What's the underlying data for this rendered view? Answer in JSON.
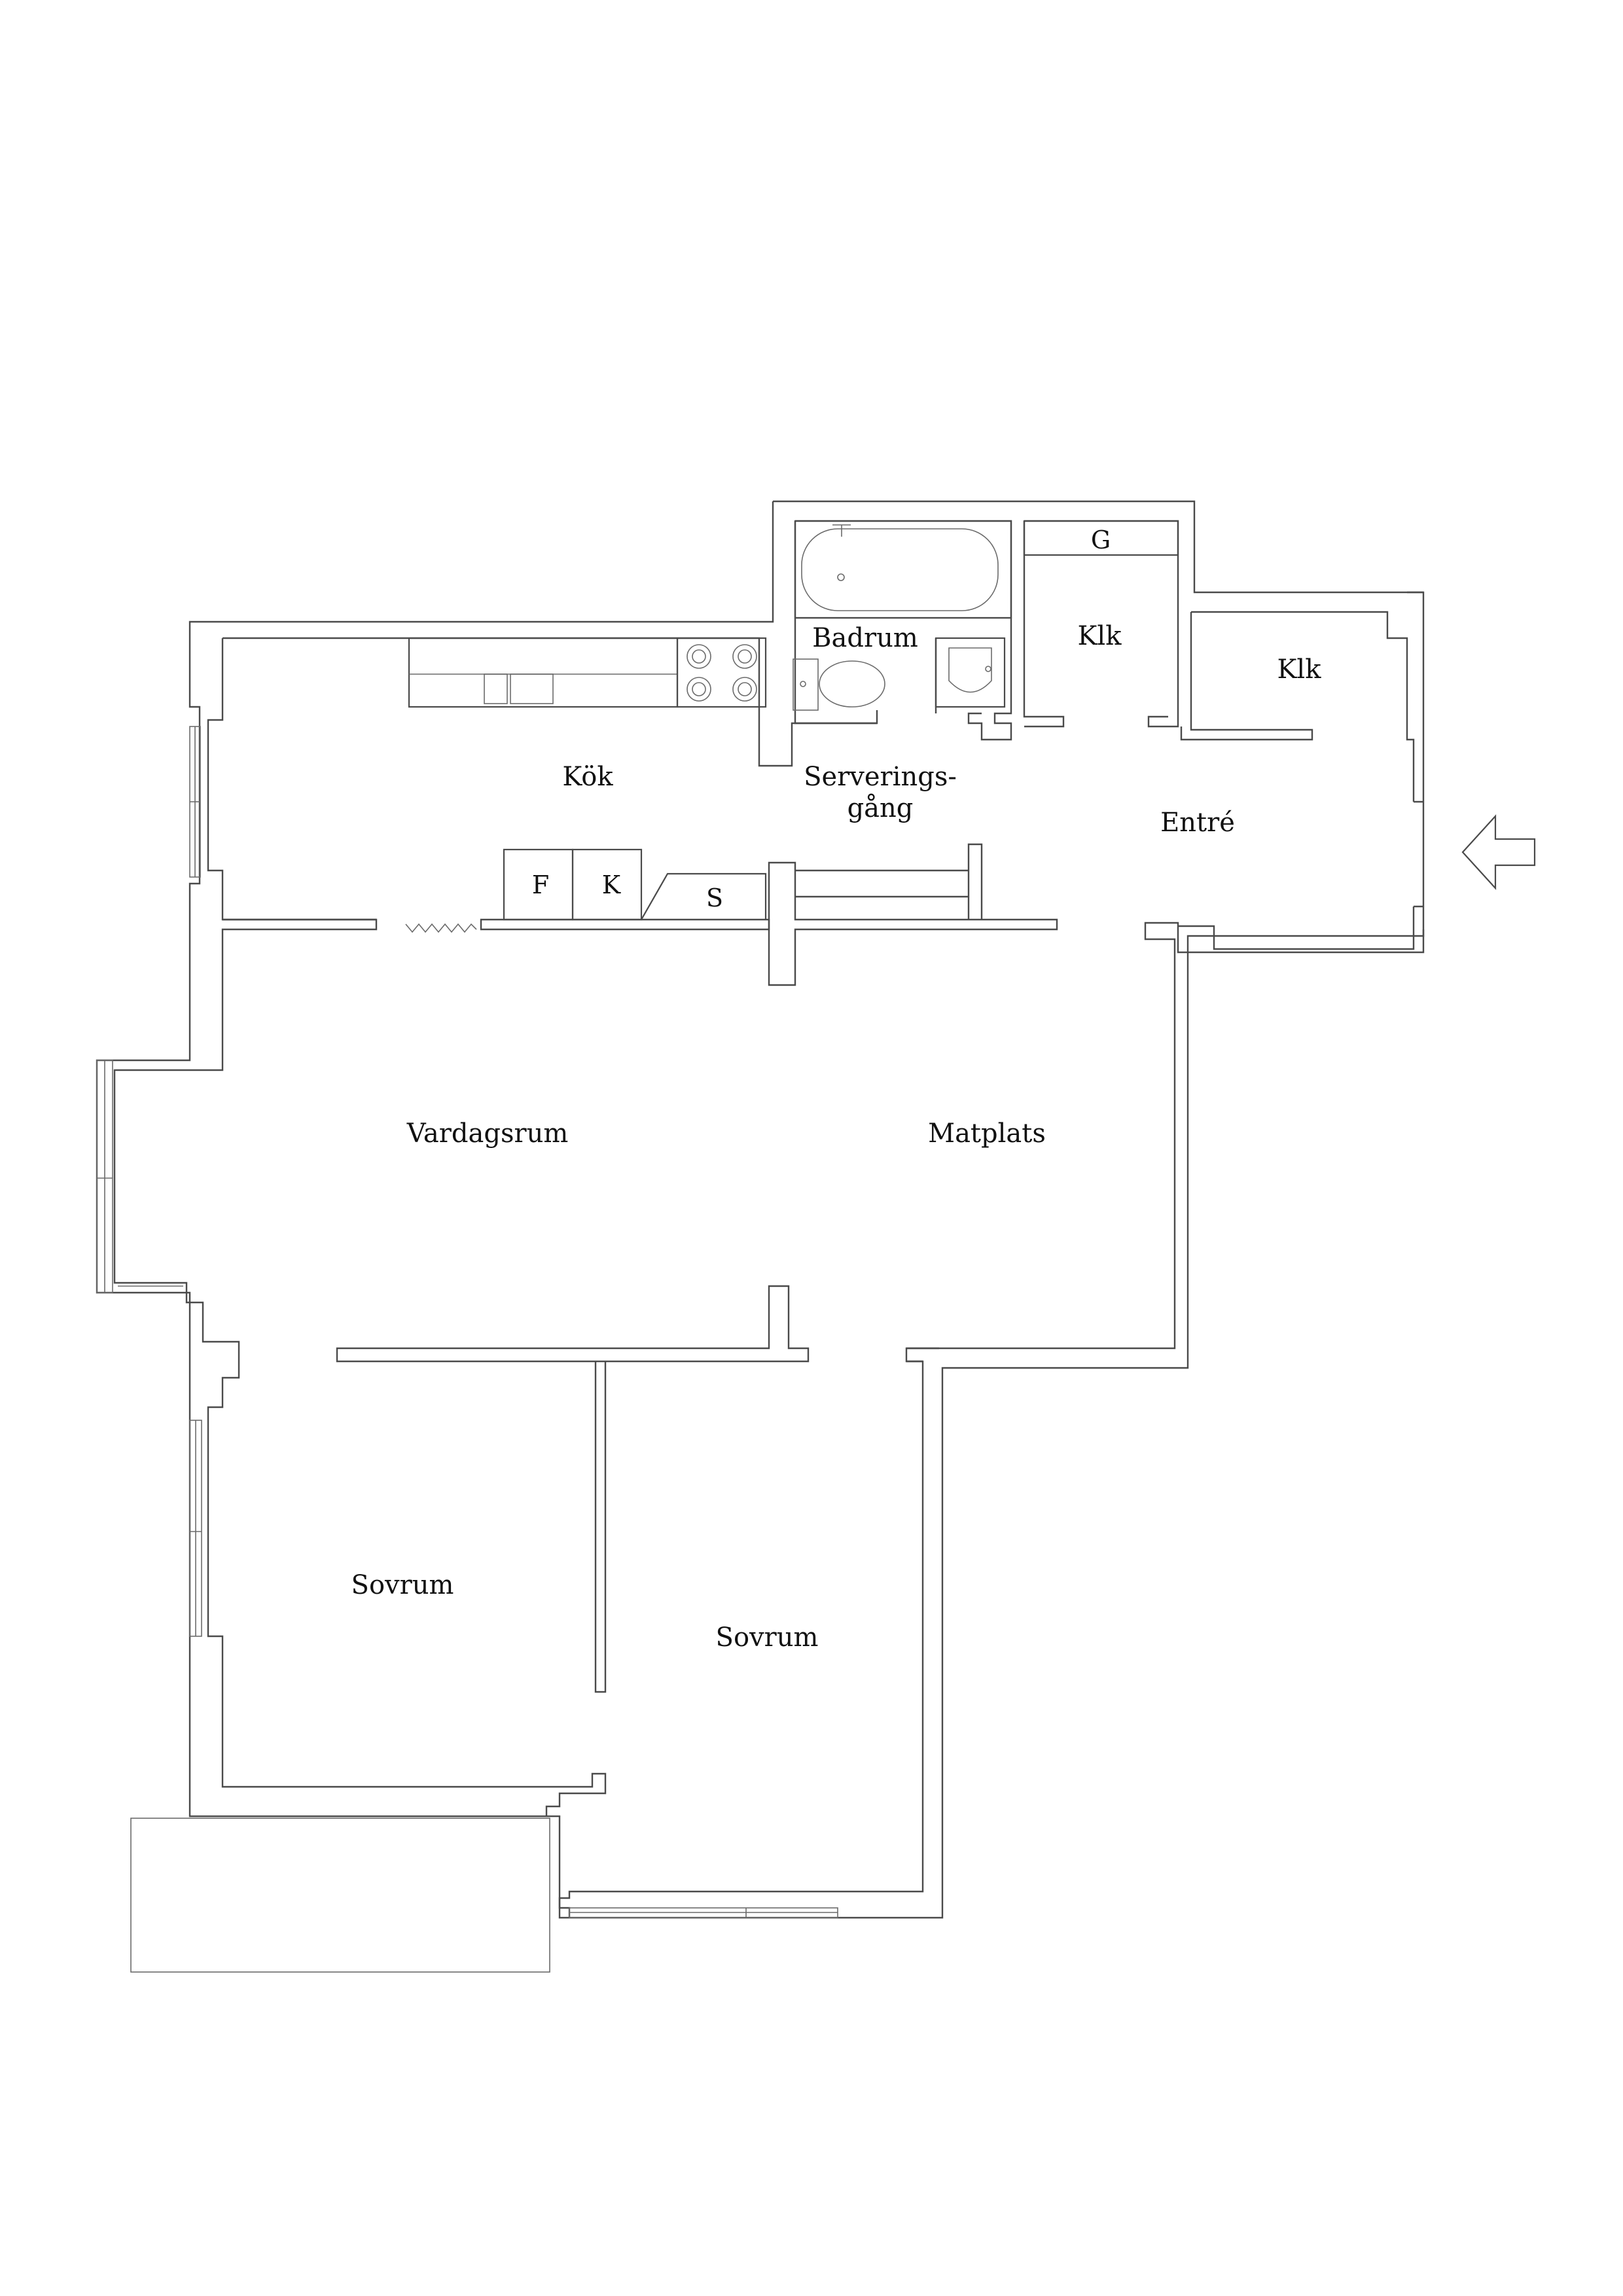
{
  "floor_plan": {
    "rooms": {
      "kitchen": "Kök",
      "bathroom": "Badrum",
      "closet_1": "Klk",
      "closet_2": "Klk",
      "serving_passage_line1": "Serverings-",
      "serving_passage_line2": "gång",
      "entrance": "Entré",
      "living_room": "Vardagsrum",
      "dining_area": "Matplats",
      "bedroom_1": "Sovrum",
      "bedroom_2": "Sovrum"
    },
    "fixtures": {
      "fridge": "F",
      "freezer": "K",
      "wardrobe": "S",
      "garderob": "G"
    }
  }
}
